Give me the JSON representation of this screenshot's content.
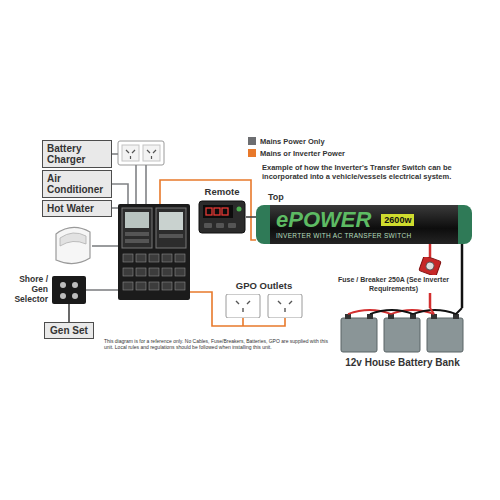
{
  "diagram": {
    "title": "Example of how the Inverter's Transfer Switch can be incorporated into a vehicle/vessels electrical system.",
    "caption": "This diagram is for a reference only. No Cables, Fuse/Breakers, Batteries, GPO are supplied with this unit. Local rules and regulations should be followed when installing this unit.",
    "nodes": [
      {
        "text": [
          "Battery Charger"
        ]
      },
      {
        "text": [
          "Air Conditioner"
        ]
      },
      {
        "text": [
          "Hot Water"
        ]
      },
      {
        "text": [
          "Remote"
        ]
      },
      {
        "text": [
          "ePOWER",
          "2600w",
          "INVERTER WITH AC TRANSFER SWITCH"
        ]
      },
      {
        "text": [
          "Shore / Gen Selector"
        ]
      },
      {
        "text": [
          "GPO Outlets"
        ]
      },
      {
        "text": [
          "Fuse / Breaker 250A (See Inverter Requirements)"
        ]
      },
      {
        "text": [
          "Gen Set"
        ]
      },
      {
        "text": [
          "12v House Battery Bank"
        ]
      }
    ],
    "edges": [
      {
        "from": 3,
        "to": 4,
        "arrow": "none"
      },
      {
        "from": 8,
        "to": 5,
        "arrow": "none"
      },
      {
        "from": 4,
        "to": 7,
        "arrow": "none"
      },
      {
        "from": 7,
        "to": 9,
        "arrow": "none"
      },
      {
        "from": 9,
        "to": 4,
        "arrow": "none"
      }
    ],
    "labels": [
      "Top"
    ],
    "legend": [
      {
        "text": "Mains Power Only",
        "color": "#6d6e71"
      },
      {
        "text": "Mains or Inverter Power",
        "color": "#e8792b"
      }
    ]
  }
}
